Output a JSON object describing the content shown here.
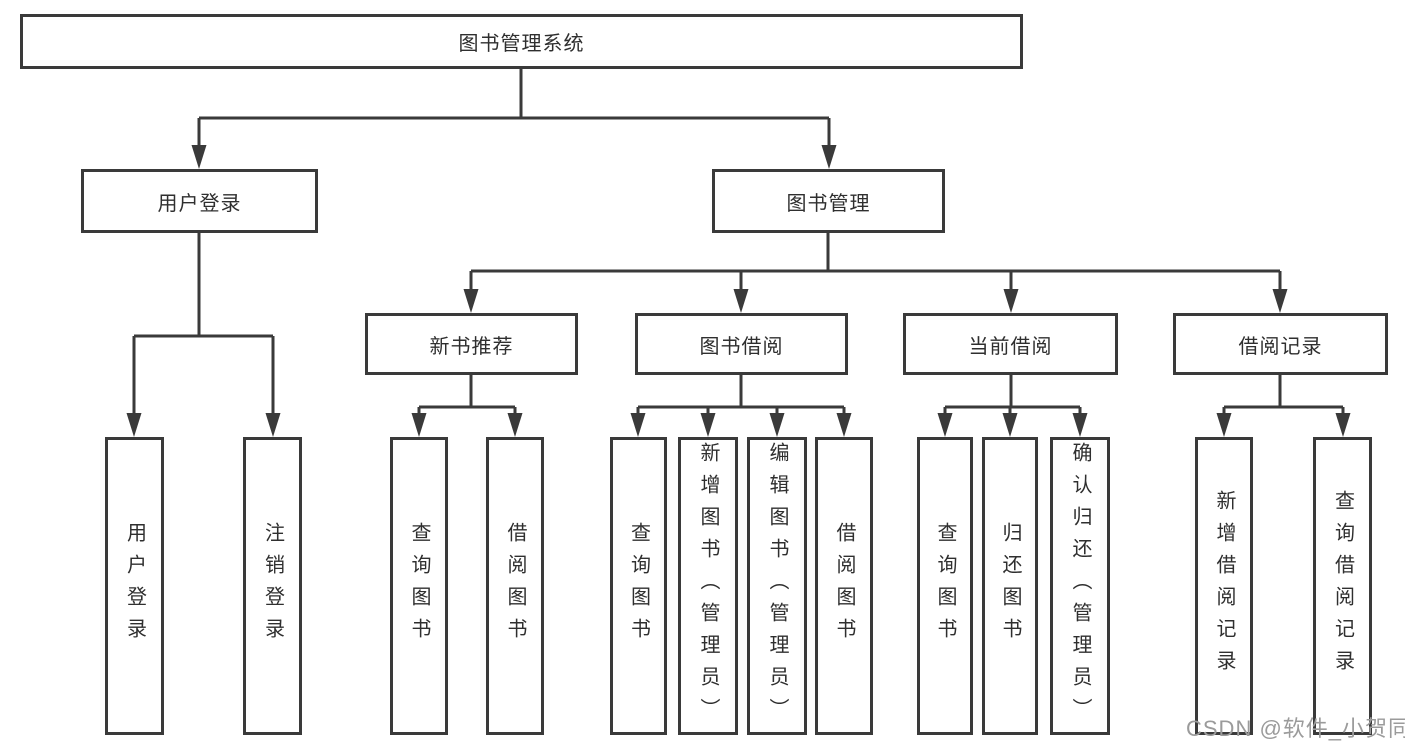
{
  "nodes": {
    "root": "图书管理系统",
    "user_login": "用户登录",
    "book_mgmt": "图书管理",
    "new_books": "新书推荐",
    "book_borrow": "图书借阅",
    "current_borrow": "当前借阅",
    "borrow_records": "借阅记录",
    "leaf_user_login": "用户登录",
    "leaf_logout": "注销登录",
    "leaf_nb_query": "查询图书",
    "leaf_nb_borrow": "借阅图书",
    "leaf_bb_query": "查询图书",
    "leaf_bb_add": "新增图书（管理员）",
    "leaf_bb_edit": "编辑图书（管理员）",
    "leaf_bb_borrow": "借阅图书",
    "leaf_cb_query": "查询图书",
    "leaf_cb_return": "归还图书",
    "leaf_cb_confirm": "确认归还（管理员）",
    "leaf_br_add": "新增借阅记录",
    "leaf_br_query": "查询借阅记录"
  },
  "watermark": "CSDN @软件_小贺同学",
  "colors": {
    "line": "#3a3a3a",
    "text": "#2f2f2f",
    "box_fill": "#ffffff",
    "watermark": "#9b9b9b",
    "background": "#ffffff"
  }
}
